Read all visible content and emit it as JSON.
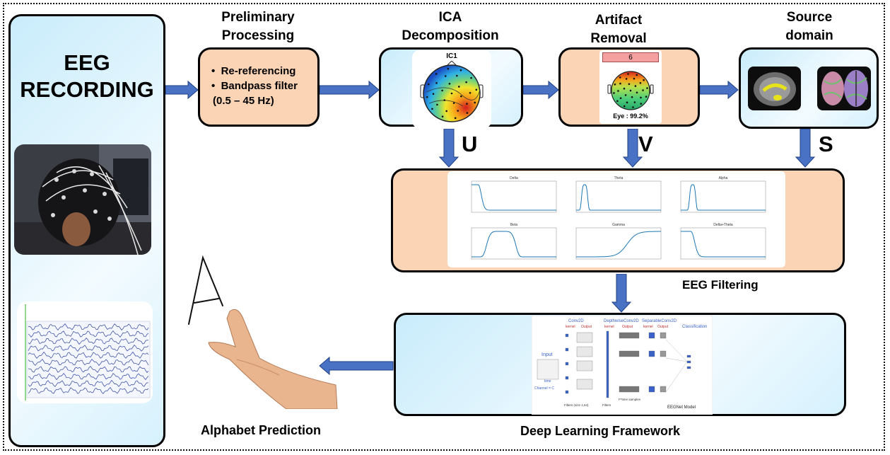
{
  "recording": {
    "title_line1": "EEG",
    "title_line2": "RECORDING"
  },
  "stages": {
    "preliminary": {
      "title_line1": "Preliminary",
      "title_line2": "Processing",
      "steps": [
        "Re-referencing",
        "Bandpass filter"
      ],
      "range": "(0.5 – 45 Hz)"
    },
    "ica": {
      "title_line1": "ICA",
      "title_line2": "Decomposition",
      "component": "IC1"
    },
    "artifact": {
      "title_line1": "Artifact",
      "title_line2": "Removal",
      "component_number": "6",
      "eye_label": "Eye : 99.2%"
    },
    "source": {
      "title_line1": "Source",
      "title_line2": "domain"
    }
  },
  "connector_labels": {
    "u": "U",
    "v": "V",
    "s": "S"
  },
  "filtering": {
    "label": "EEG Filtering",
    "panels": [
      "Delta",
      "Theta",
      "Alpha",
      "Beta",
      "Gamma",
      "Delta+Theta"
    ]
  },
  "deep_learning": {
    "label": "Deep Learning Framework",
    "model_name": "EEGNet Model",
    "blocks": [
      "Conv2D",
      "DepthwiseConv2D",
      "SeparableConv2D",
      "Classification"
    ],
    "subheads": [
      "kernel",
      "Output"
    ],
    "input_label": "Input",
    "time_label": "time",
    "channel_label": "Channel = C",
    "filters_note": "Filters (size 1,64)",
    "filters_note2": "Filters",
    "spatial_note": "F*time samples"
  },
  "prediction": {
    "label": "Alphabet Prediction",
    "letter": "A"
  },
  "colors": {
    "peach": "#fbd4b6",
    "blue": "#c9ecfb",
    "arrow": "#4a72c4"
  }
}
